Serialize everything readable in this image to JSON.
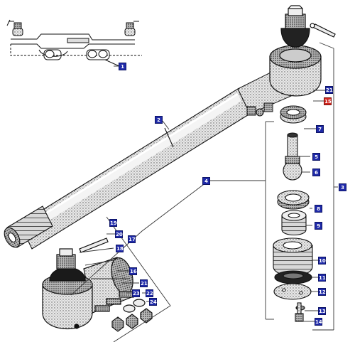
{
  "colors": {
    "callout_bg": "#1f2aa8",
    "callout_highlight_bg": "#d2261f",
    "callout_text": "#ffffff",
    "line_art": "#111111"
  },
  "callouts": {
    "c1": "1",
    "c2": "2",
    "c3": "3",
    "c4": "4",
    "c5": "5",
    "c6": "6",
    "c7": "7",
    "c8": "8",
    "c9": "9",
    "c10": "10",
    "c11": "11",
    "c12": "12",
    "c13": "13",
    "c14": "14",
    "c15": "15",
    "c16": "16",
    "c17": "17",
    "c18": "18",
    "c19": "19",
    "c20": "20",
    "c21a": "21",
    "c21b": "21",
    "c22": "22",
    "c23": "23",
    "c24": "24"
  },
  "highlighted_callout": "15"
}
